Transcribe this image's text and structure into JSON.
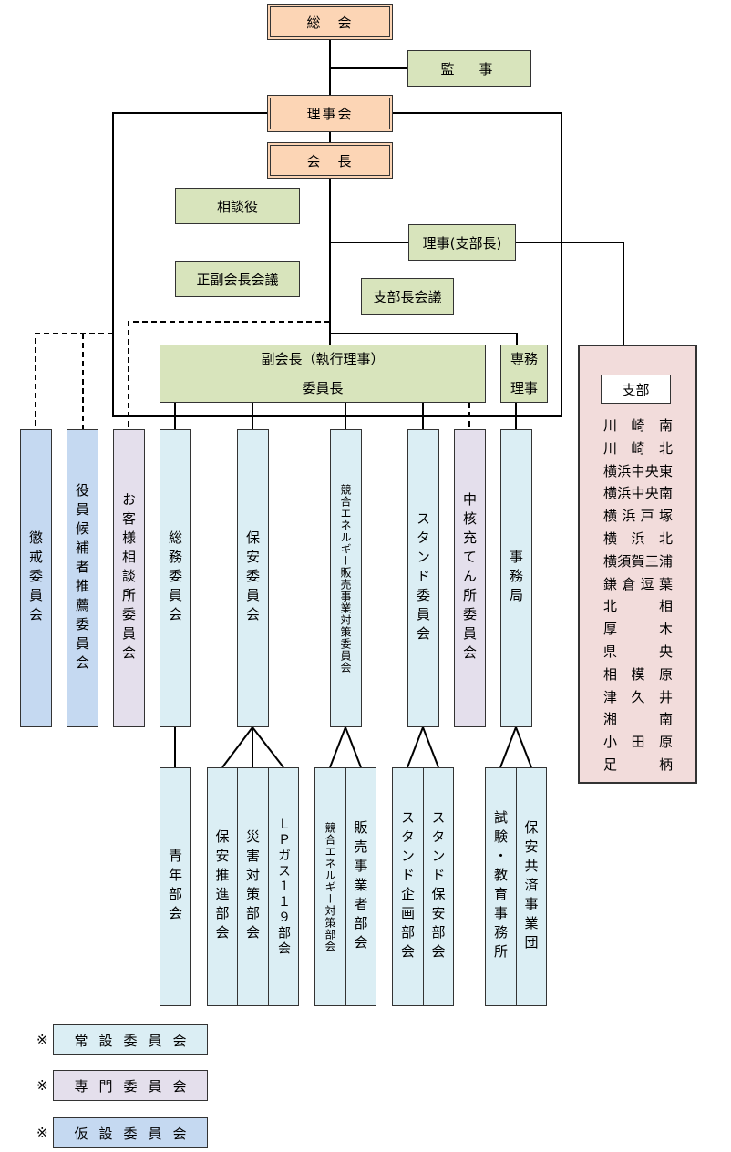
{
  "top": {
    "soukai": "総　会",
    "kanji": "監　事",
    "rijikai": "理事会",
    "kaichou": "会　長",
    "soudanyaku": "相談役",
    "seifuku": "正副会長会議",
    "riji_shibu": "理事(支部長)",
    "shibuchou_kaigi": "支部長会議",
    "fukukaichou": "副会長（執行理事）",
    "iinchou": "委員長",
    "senmu_1": "専務",
    "senmu_2": "理事"
  },
  "committees": [
    {
      "id": "choukai",
      "label": "懲戒委員会"
    },
    {
      "id": "yakuin",
      "label": "役員候補者推薦委員会"
    },
    {
      "id": "okyakusama",
      "label": "お客様相談所委員会"
    },
    {
      "id": "soumu",
      "label": "総務委員会"
    },
    {
      "id": "hoan",
      "label": "保安委員会"
    },
    {
      "id": "kyougou",
      "label": "競合エネルギー販売事業対策委員会"
    },
    {
      "id": "stand",
      "label": "スタンド委員会"
    },
    {
      "id": "chukaku",
      "label": "中核充てん所委員会"
    },
    {
      "id": "jimukyoku",
      "label": "事務局"
    }
  ],
  "subgroups": [
    {
      "id": "seinen",
      "label": "青年部会"
    },
    {
      "id": "hoan_suishin",
      "label": "保安推進部会"
    },
    {
      "id": "saigai",
      "label": "災害対策部会"
    },
    {
      "id": "lpgas119",
      "label": "ＬＰガス１１９部会"
    },
    {
      "id": "kyougou_taisaku",
      "label": "競合エネルギー対策部会"
    },
    {
      "id": "hanbai",
      "label": "販売事業者部会"
    },
    {
      "id": "stand_kikaku",
      "label": "スタンド企画部会"
    },
    {
      "id": "stand_hoan",
      "label": "スタンド保安部会"
    },
    {
      "id": "shiken",
      "label": "試験・教育事務所"
    },
    {
      "id": "kyousai",
      "label": "保安共済事業団"
    }
  ],
  "branch": {
    "title": "支部",
    "items": [
      "川　崎　南",
      "川　崎　北",
      "横浜中央東",
      "横浜中央南",
      "横浜戸塚",
      "横　浜　北",
      "横須賀三浦",
      "鎌倉逗葉",
      "北　相",
      "厚　木",
      "県　央",
      "相　模　原",
      "津　久　井",
      "湘　南",
      "小　田　原",
      "足　柄"
    ]
  },
  "legend": [
    {
      "mark": "※",
      "label": "常設委員会",
      "color": "#dbeef4"
    },
    {
      "mark": "※",
      "label": "専門委員会",
      "color": "#e4dfec"
    },
    {
      "mark": "※",
      "label": "仮設委員会",
      "color": "#c5d9f1"
    }
  ]
}
